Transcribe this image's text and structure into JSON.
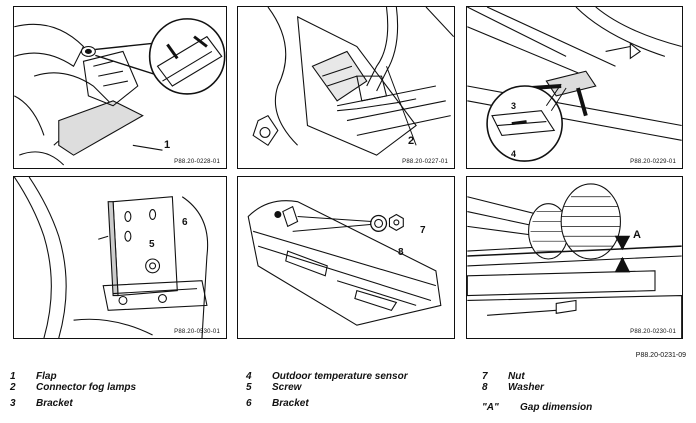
{
  "figure_code": "P88.20-0231-09",
  "panels": [
    {
      "code": "P88.20-0228-01",
      "callouts": [
        "1"
      ]
    },
    {
      "code": "P88.20-0227-01",
      "callouts": [
        "2"
      ]
    },
    {
      "code": "P88.20-0229-01",
      "callouts": [
        "3",
        "4"
      ]
    },
    {
      "code": "P88.20-0530-01",
      "callouts": [
        "6",
        "5"
      ]
    },
    {
      "code": "",
      "callouts": [
        "7",
        "8"
      ]
    },
    {
      "code": "P88.20-0230-01",
      "callouts": [
        "A"
      ]
    }
  ],
  "legend": [
    {
      "num": "1",
      "label": "Flap"
    },
    {
      "num": "2",
      "label": "Connector fog lamps"
    },
    {
      "num": "3",
      "label": "Bracket"
    },
    {
      "num": "4",
      "label": "Outdoor temperature sensor"
    },
    {
      "num": "5",
      "label": "Screw"
    },
    {
      "num": "6",
      "label": "Bracket"
    },
    {
      "num": "7",
      "label": "Nut"
    },
    {
      "num": "8",
      "label": "Washer"
    },
    {
      "num": "\"A\"",
      "label": "Gap dimension"
    }
  ]
}
